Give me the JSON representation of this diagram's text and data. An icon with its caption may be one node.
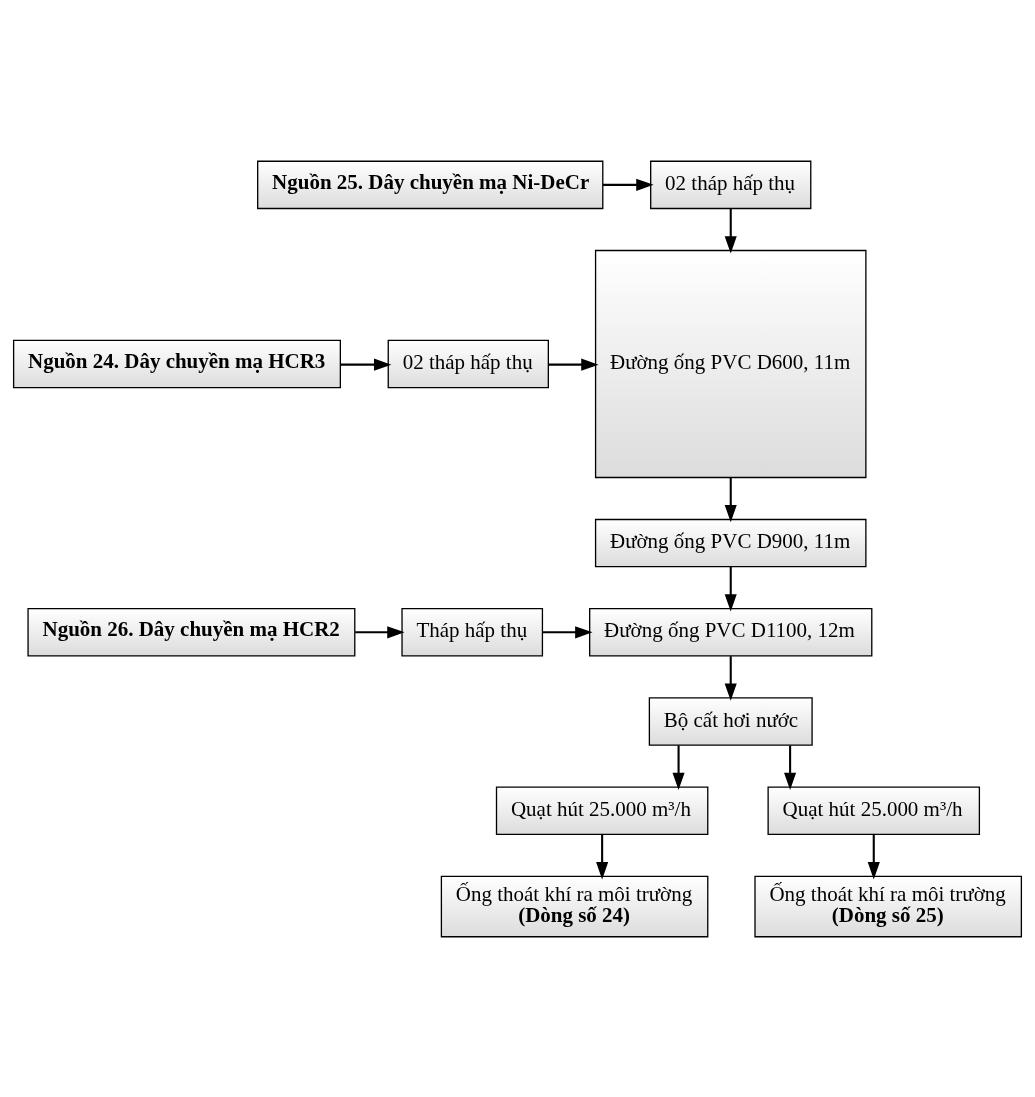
{
  "diagram": {
    "nodes": [
      {
        "text": [
          "Nguồn 24. Dây chuyền mạ HCR3"
        ]
      },
      {
        "text": [
          "02 tháp hấp thụ"
        ]
      },
      {
        "text": [
          "Nguồn 25. Dây chuyền mạ Ni-DeCr"
        ]
      },
      {
        "text": [
          "02 tháp hấp thụ"
        ]
      },
      {
        "text": [
          "Đường ống PVC D600, 11m"
        ]
      },
      {
        "text": [
          "Đường ống PVC D900, 11m"
        ]
      },
      {
        "text": [
          "Nguồn 26. Dây chuyền mạ HCR2"
        ]
      },
      {
        "text": [
          "Tháp hấp thụ"
        ]
      },
      {
        "text": [
          "Đường ống PVC D1100, 12m"
        ]
      },
      {
        "text": [
          "Bộ cất hơi nước"
        ]
      },
      {
        "text": [
          "Quạt hút 25.000 m³/h"
        ]
      },
      {
        "text": [
          "Quạt hút 25.000 m³/h"
        ]
      },
      {
        "text": [
          "Ống thoát khí ra môi trường",
          "(Dòng số 24)"
        ]
      },
      {
        "text": [
          "Ống thoát khí ra môi trường",
          "(Dòng số 25)"
        ]
      }
    ],
    "edges": [
      {
        "from": 0,
        "to": 1,
        "arrow": "to"
      },
      {
        "from": 1,
        "to": 4,
        "arrow": "to"
      },
      {
        "from": 2,
        "to": 3,
        "arrow": "to"
      },
      {
        "from": 3,
        "to": 4,
        "arrow": "to"
      },
      {
        "from": 4,
        "to": 5,
        "arrow": "to"
      },
      {
        "from": 5,
        "to": 8,
        "arrow": "to"
      },
      {
        "from": 6,
        "to": 7,
        "arrow": "to"
      },
      {
        "from": 7,
        "to": 8,
        "arrow": "to"
      },
      {
        "from": 8,
        "to": 9,
        "arrow": "to"
      },
      {
        "from": 9,
        "to": 10,
        "arrow": "to"
      },
      {
        "from": 9,
        "to": 11,
        "arrow": "to"
      },
      {
        "from": 10,
        "to": 12,
        "arrow": "to"
      },
      {
        "from": 11,
        "to": 13,
        "arrow": "to"
      }
    ]
  }
}
